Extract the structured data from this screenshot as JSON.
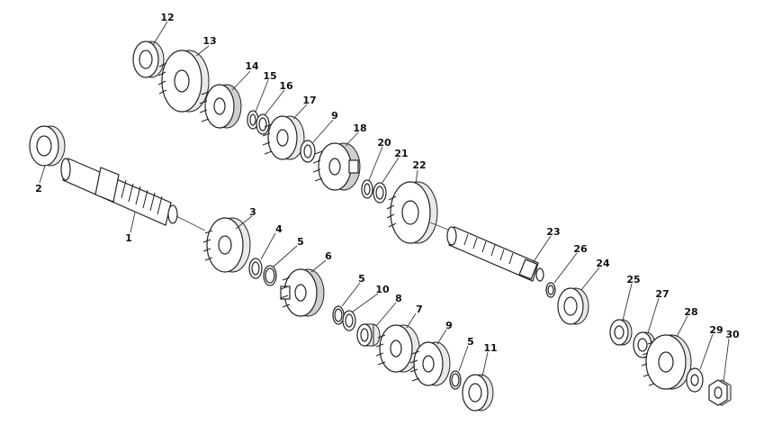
{
  "labels": [
    "1",
    "2",
    "3",
    "4",
    "5",
    "6",
    "7",
    "8",
    "9",
    "10",
    "11",
    "12",
    "13",
    "14",
    "15",
    "16",
    "17",
    "18",
    "20",
    "21",
    "22",
    "23",
    "24",
    "25",
    "26",
    "27",
    "28",
    "29",
    "30"
  ]
}
